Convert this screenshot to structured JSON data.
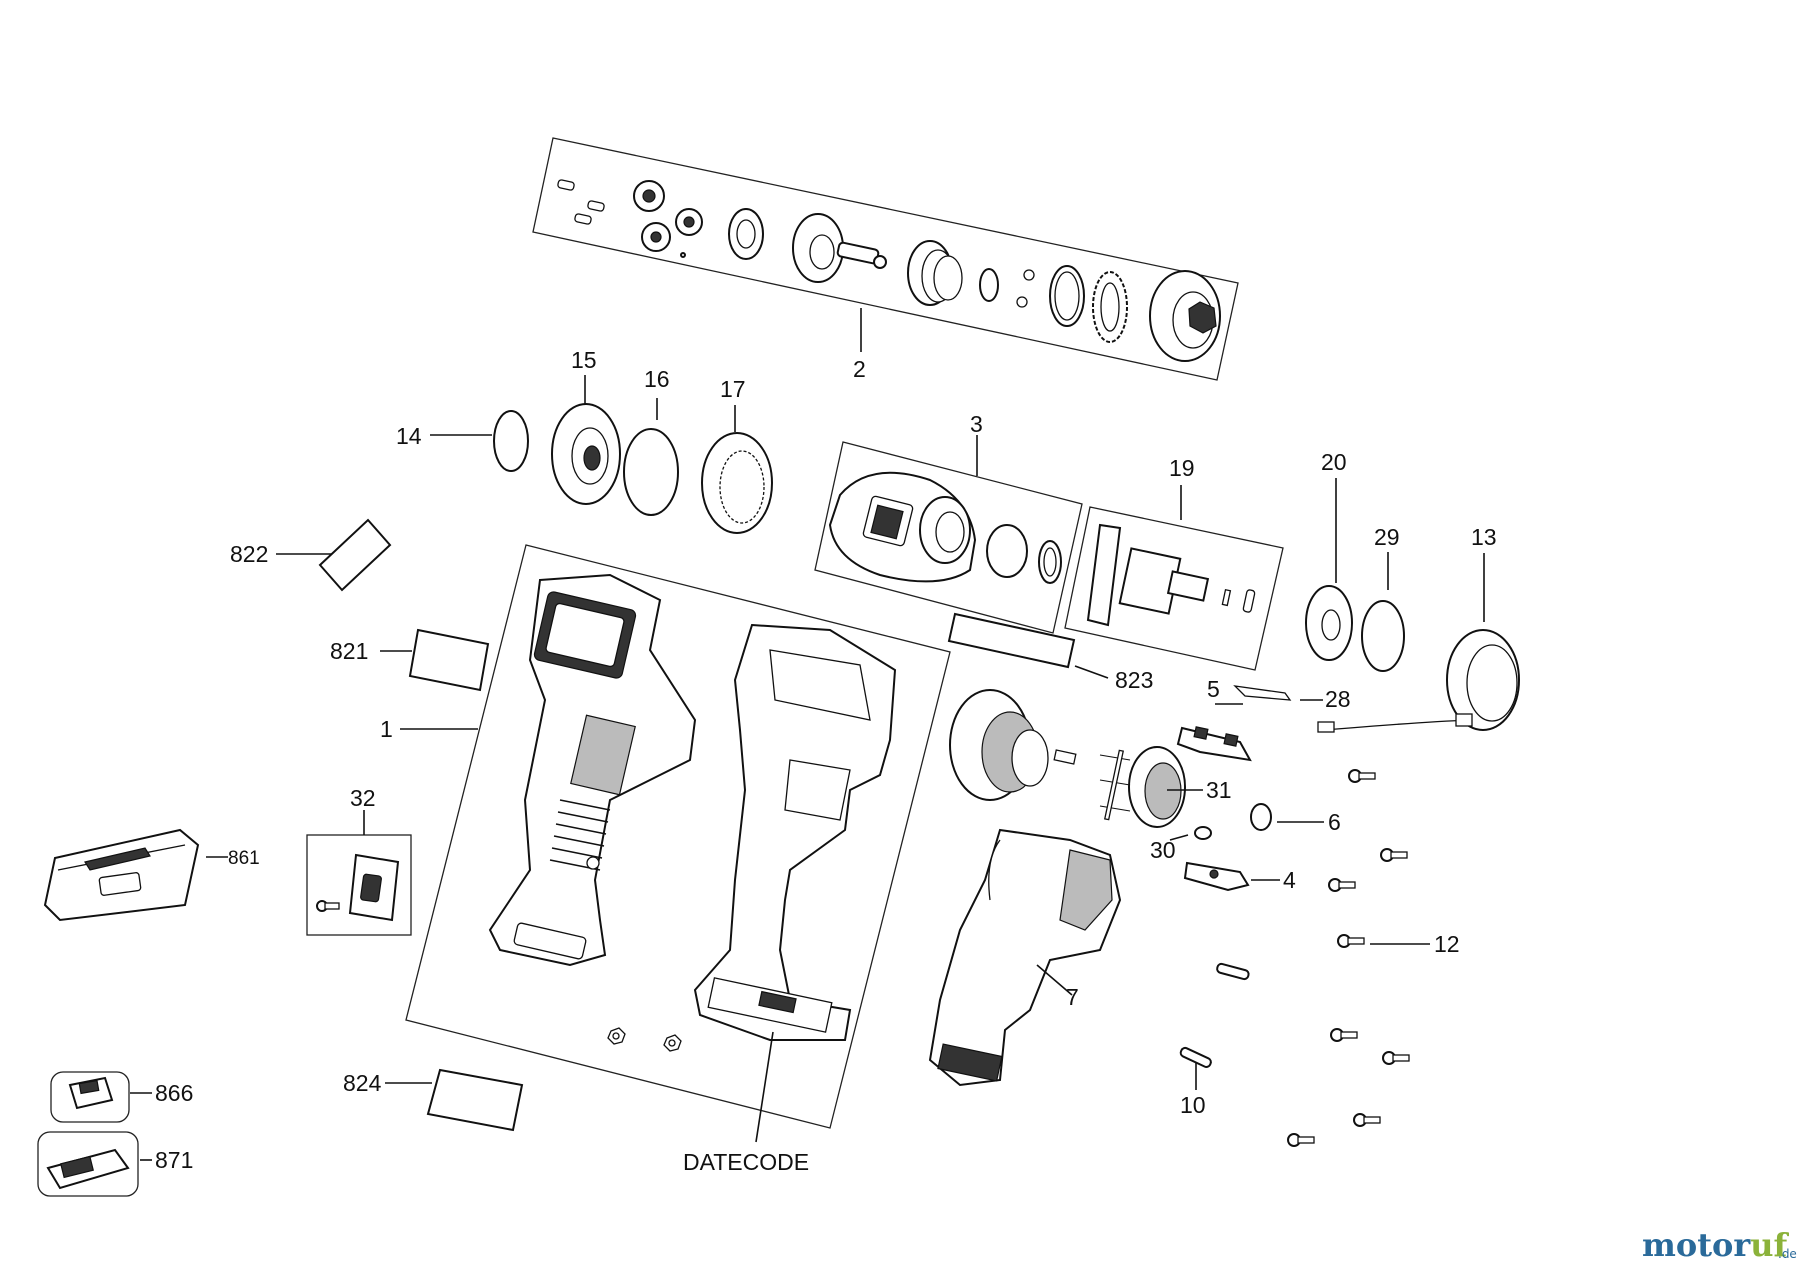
{
  "diagram": {
    "callouts": [
      "1",
      "2",
      "3",
      "4",
      "5",
      "6",
      "7",
      "10",
      "12",
      "13",
      "14",
      "15",
      "16",
      "17",
      "19",
      "20",
      "28",
      "29",
      "30",
      "31",
      "32",
      "821",
      "822",
      "823",
      "824",
      "861",
      "866",
      "871",
      "DATECODE"
    ],
    "watermark": {
      "parts": [
        {
          "text": "motor",
          "color": "#2a6a9a"
        },
        {
          "text": "uf",
          "color": "#8bb23a"
        }
      ],
      "suffix": ".de"
    }
  }
}
